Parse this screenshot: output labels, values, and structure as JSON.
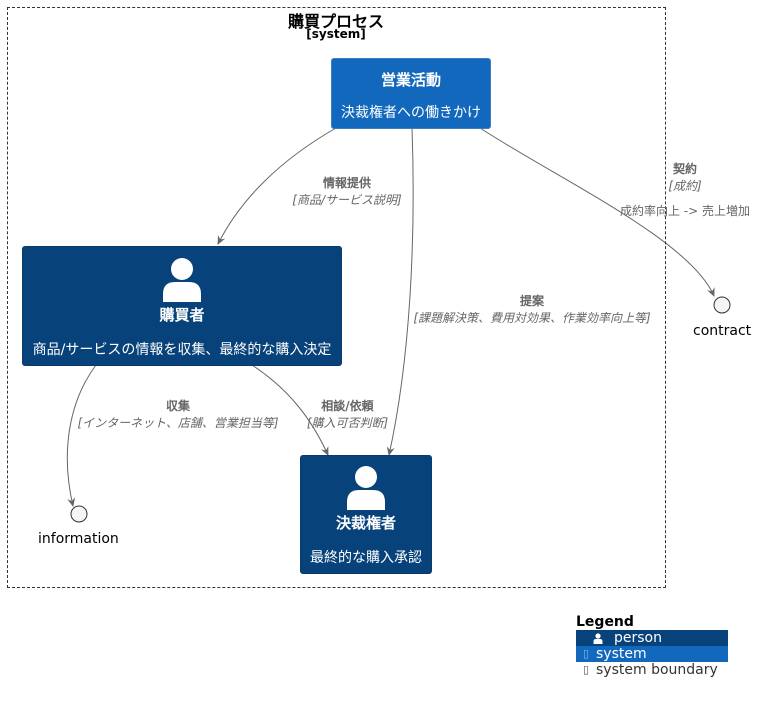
{
  "boundary": {
    "title": "購買プロセス",
    "type": "[system]"
  },
  "nodes": {
    "sales": {
      "name": "営業活動",
      "description": "決裁権者への働きかけ"
    },
    "buyer": {
      "name": "購買者",
      "description": "商品/サービスの情報を収集、最終的な購入決定"
    },
    "approver": {
      "name": "決裁権者",
      "description": "最終的な購入承認"
    }
  },
  "interfaces": {
    "information": "information",
    "contract": "contract"
  },
  "edges": {
    "info_provide": {
      "label": "情報提供",
      "tech": "[商品/サービス説明]"
    },
    "proposal": {
      "label": "提案",
      "tech": "[課題解決策、費用対効果、作業効率向上等]"
    },
    "contract": {
      "label": "契約",
      "tech": "[成約]",
      "note": "成約率向上 -> 売上増加"
    },
    "collect": {
      "label": "収集",
      "tech": "[インターネット、店舗、営業担当等]"
    },
    "consult": {
      "label": "相談/依頼",
      "tech": "[購入可否判断]"
    }
  },
  "legend": {
    "title": "Legend",
    "person": "person",
    "system": "system",
    "boundary": "system boundary"
  },
  "colors": {
    "person": "#08427b",
    "system": "#1168bd",
    "edge": "#666666"
  },
  "icons": {
    "person": "person-icon",
    "system": "system-icon",
    "boundary": "boundary-icon"
  }
}
